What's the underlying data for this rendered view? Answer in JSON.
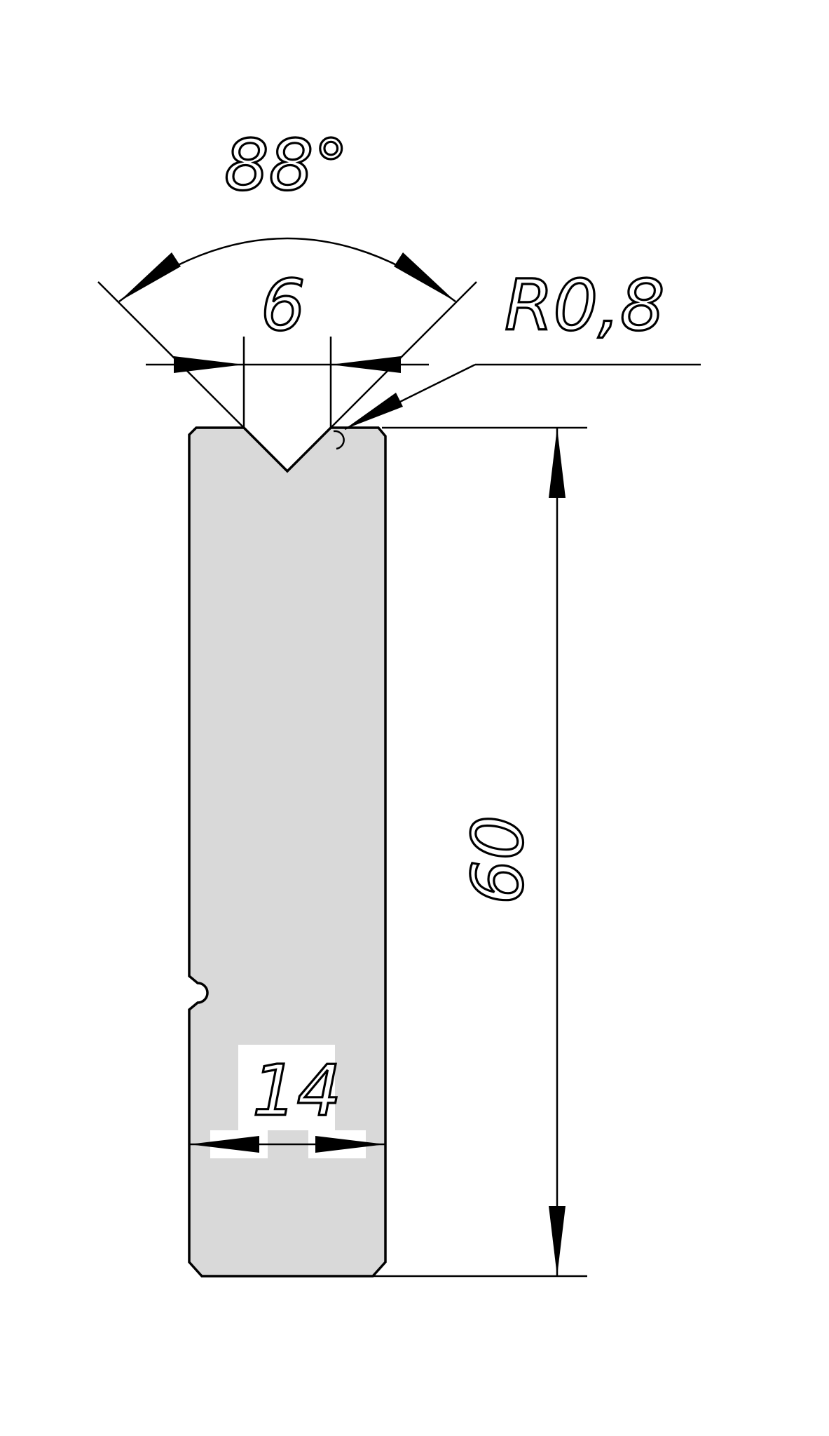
{
  "dimensions": {
    "angle": "88°",
    "opening": "6",
    "radius": "R0,8",
    "height": "60",
    "width": "14"
  },
  "colors": {
    "part_fill": "#d9d9d9",
    "line": "#000000",
    "background": "#ffffff"
  }
}
